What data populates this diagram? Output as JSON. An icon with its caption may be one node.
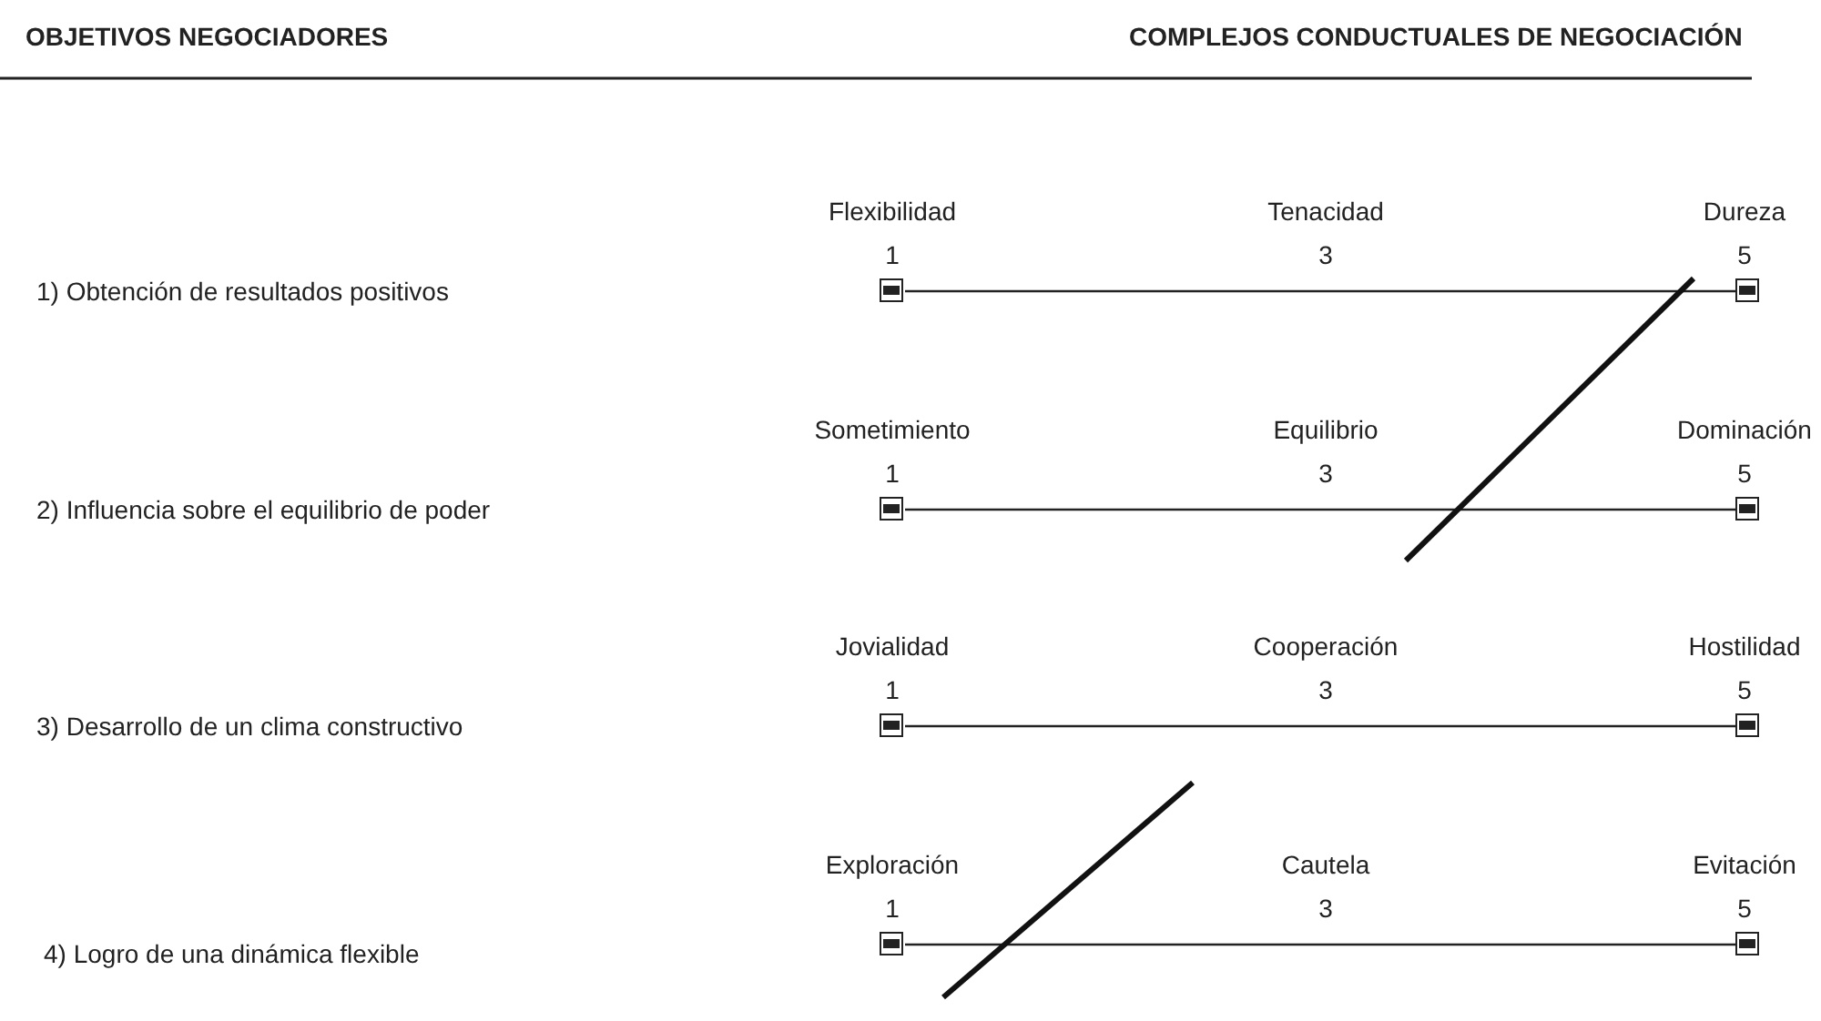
{
  "diagram": {
    "nodes": [
      {
        "text": [],
        "shape": "box",
        "beside": [
          "Flexibilidad",
          "1"
        ]
      },
      {
        "text": [],
        "shape": "box",
        "beside": [
          "Dureza",
          "5"
        ]
      },
      {
        "text": [],
        "shape": "box",
        "beside": [
          "Sometimiento",
          "1"
        ]
      },
      {
        "text": [],
        "shape": "box",
        "beside": [
          "Dominación",
          "5"
        ]
      },
      {
        "text": [],
        "shape": "box",
        "beside": [
          "Jovialidad",
          "1"
        ]
      },
      {
        "text": [],
        "shape": "box",
        "beside": [
          "Hostilidad",
          "5"
        ]
      },
      {
        "text": [],
        "shape": "box",
        "beside": [
          "Exploración",
          "1"
        ]
      },
      {
        "text": [],
        "shape": "box",
        "beside": [
          "Evitación",
          "5"
        ]
      }
    ],
    "edges": [
      {
        "from": 0,
        "to": 1,
        "arrow": "none"
      },
      {
        "from": 2,
        "to": 3,
        "arrow": "none"
      },
      {
        "from": 4,
        "to": 5,
        "arrow": "none"
      },
      {
        "from": 6,
        "to": 7,
        "arrow": "none"
      }
    ],
    "labels": [
      "OBJETIVOS NEGOCIADORES",
      "COMPLEJOS CONDUCTUALES DE NEGOCIACIÓN",
      "1) Obtención de resultados positivos",
      "Tenacidad",
      "3",
      "2) Influencia sobre el equilibrio de poder",
      "Equilibrio",
      "3",
      "3) Desarrollo de un clima constructivo",
      "Cooperación",
      "3",
      "4) Logro de una dinámica flexible",
      "Cautela",
      "3"
    ]
  }
}
